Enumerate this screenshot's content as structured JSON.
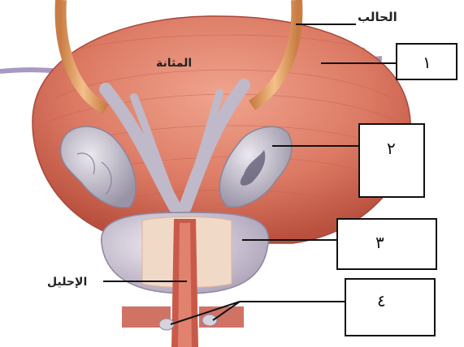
{
  "labels": {
    "ureter": "الحالب",
    "bladder": "المثانة",
    "urethra": "الإحليل"
  },
  "answer_boxes": [
    {
      "number": "١"
    },
    {
      "number": "٢"
    },
    {
      "number": "٣"
    },
    {
      "number": "٤"
    }
  ],
  "colors": {
    "bladder": "#dc7a64",
    "ureter": "#e8a266",
    "vesicle": "#b8b3c2",
    "prostate": "#cfc8d6",
    "urethra": "#c95a4a"
  }
}
